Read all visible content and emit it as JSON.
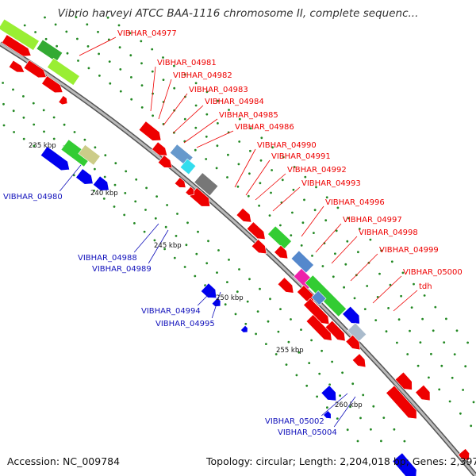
{
  "header": {
    "title": "Vibrio harveyi ATCC BAA-1116 chromosome II, complete sequenc..."
  },
  "footer": {
    "accession": "Accession: NC_009784",
    "summary": "Topology: circular; Length: 2,204,018 bp; Genes: 2,397"
  },
  "colors": {
    "forward_label": "#ee0000",
    "reverse_label": "#1111bb",
    "cds_forward": "#ee0000",
    "cds_reverse": "#0000ee",
    "orf": "#22aa22",
    "backbone": "#888888",
    "tick_dot": "#228822"
  },
  "axis": {
    "ticks": [
      {
        "label": "235 kbp"
      },
      {
        "label": "240 kbp"
      },
      {
        "label": "245 kbp"
      },
      {
        "label": "250 kbp"
      },
      {
        "label": "255 kbp"
      },
      {
        "label": "260 kbp"
      }
    ]
  },
  "forward_labels": [
    "VIBHAR_04977",
    "VIBHAR_04981",
    "VIBHAR_04982",
    "VIBHAR_04983",
    "VIBHAR_04984",
    "VIBHAR_04985",
    "VIBHAR_04986",
    "VIBHAR_04990",
    "VIBHAR_04991",
    "VIBHAR_04992",
    "VIBHAR_04993",
    "VIBHAR_04996",
    "VIBHAR_04997",
    "VIBHAR_04998",
    "VIBHAR_04999",
    "VIBHAR_05000",
    "tdh"
  ],
  "reverse_labels": [
    "VIBHAR_04980",
    "VIBHAR_04988",
    "VIBHAR_04989",
    "VIBHAR_04994",
    "VIBHAR_04995",
    "VIBHAR_05002",
    "VIBHAR_05004"
  ]
}
